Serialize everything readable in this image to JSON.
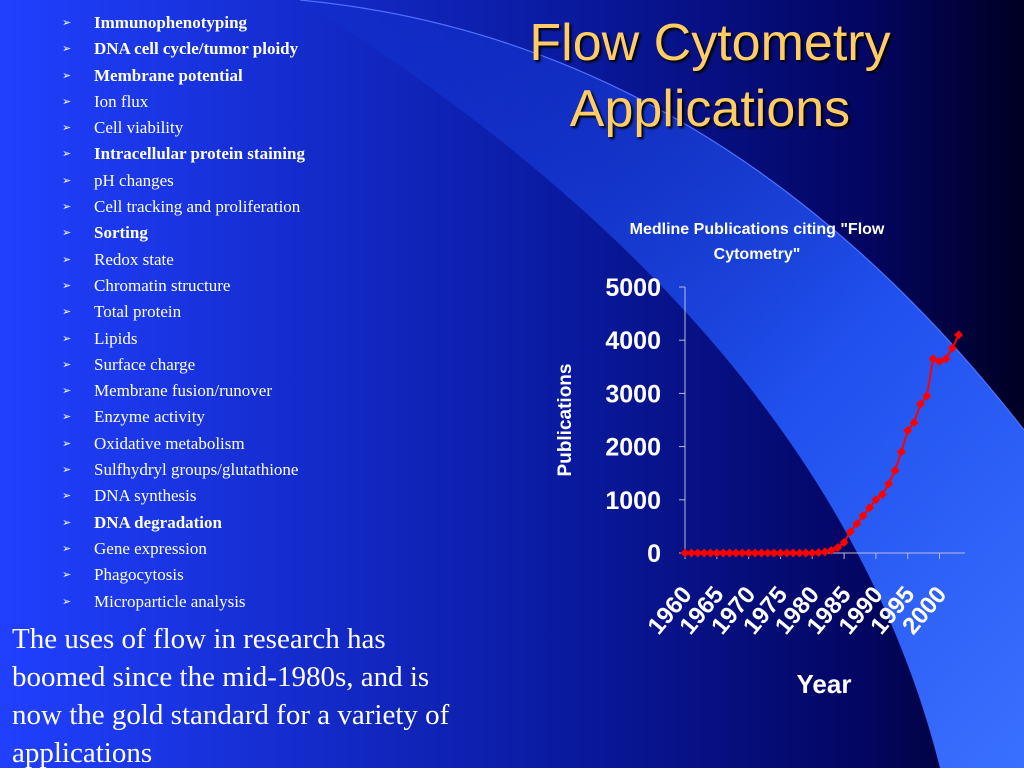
{
  "title_line1": "Flow Cytometry",
  "title_line2": "Applications",
  "bullet_glyph": "➢",
  "applications": [
    {
      "label": "Immunophenotyping",
      "bold": true
    },
    {
      "label": "DNA cell cycle/tumor ploidy",
      "bold": true
    },
    {
      "label": "Membrane potential",
      "bold": true
    },
    {
      "label": "Ion flux",
      "bold": false
    },
    {
      "label": "Cell viability",
      "bold": false
    },
    {
      "label": "Intracellular protein staining",
      "bold": true
    },
    {
      "label": "pH changes",
      "bold": false
    },
    {
      "label": "Cell tracking and proliferation",
      "bold": false
    },
    {
      "label": "Sorting",
      "bold": true
    },
    {
      "label": "Redox state",
      "bold": false
    },
    {
      "label": "Chromatin structure",
      "bold": false
    },
    {
      "label": "Total protein",
      "bold": false
    },
    {
      "label": "Lipids",
      "bold": false
    },
    {
      "label": "Surface charge",
      "bold": false
    },
    {
      "label": "Membrane fusion/runover",
      "bold": false
    },
    {
      "label": "Enzyme activity",
      "bold": false
    },
    {
      "label": "Oxidative metabolism",
      "bold": false
    },
    {
      "label": "Sulfhydryl groups/glutathione",
      "bold": false
    },
    {
      "label": "DNA synthesis",
      "bold": false
    },
    {
      "label": "DNA degradation",
      "bold": true
    },
    {
      "label": "Gene expression",
      "bold": false
    },
    {
      "label": "Phagocytosis",
      "bold": false
    },
    {
      "label": "Microparticle analysis",
      "bold": false
    }
  ],
  "caption": "The uses of flow in research has boomed since the mid-1980s, and is now the gold standard for a variety of applications",
  "colors": {
    "background_left": "#1f3aff",
    "background_right": "#000033",
    "title": "#ffcc66",
    "series": "#ff0000"
  },
  "chart_data": {
    "type": "line",
    "title_line1": "Medline Publications citing \"Flow",
    "title_line2": "Cytometry\"",
    "xlabel": "Year",
    "ylabel": "Publications",
    "xlim": [
      1960,
      2004
    ],
    "ylim": [
      0,
      5000
    ],
    "yticks": [
      0,
      1000,
      2000,
      3000,
      4000,
      5000
    ],
    "xticks": [
      1960,
      1965,
      1970,
      1975,
      1980,
      1985,
      1990,
      1995,
      2000
    ],
    "series": [
      {
        "x": [
          1960,
          1961,
          1962,
          1963,
          1964,
          1965,
          1966,
          1967,
          1968,
          1969,
          1970,
          1971,
          1972,
          1973,
          1974,
          1975,
          1976,
          1977,
          1978,
          1979,
          1980,
          1981,
          1982,
          1983,
          1984,
          1985,
          1986,
          1987,
          1988,
          1989,
          1990,
          1991,
          1992,
          1993,
          1994,
          1995,
          1996,
          1997,
          1998,
          1999,
          2000,
          2001,
          2002,
          2003
        ],
        "y": [
          0,
          0,
          0,
          0,
          0,
          0,
          0,
          0,
          0,
          0,
          0,
          0,
          0,
          0,
          0,
          0,
          0,
          0,
          0,
          0,
          0,
          10,
          20,
          50,
          100,
          200,
          400,
          550,
          700,
          850,
          1000,
          1100,
          1300,
          1550,
          1900,
          2300,
          2450,
          2800,
          2950,
          3650,
          3600,
          3650,
          3850,
          4100
        ]
      }
    ]
  }
}
